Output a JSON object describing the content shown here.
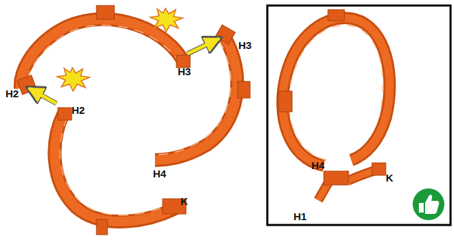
{
  "diagram": {
    "labels": [
      "H3",
      "H3",
      "H2",
      "H2",
      "H4",
      "K",
      "H4",
      "K",
      "H1"
    ]
  }
}
